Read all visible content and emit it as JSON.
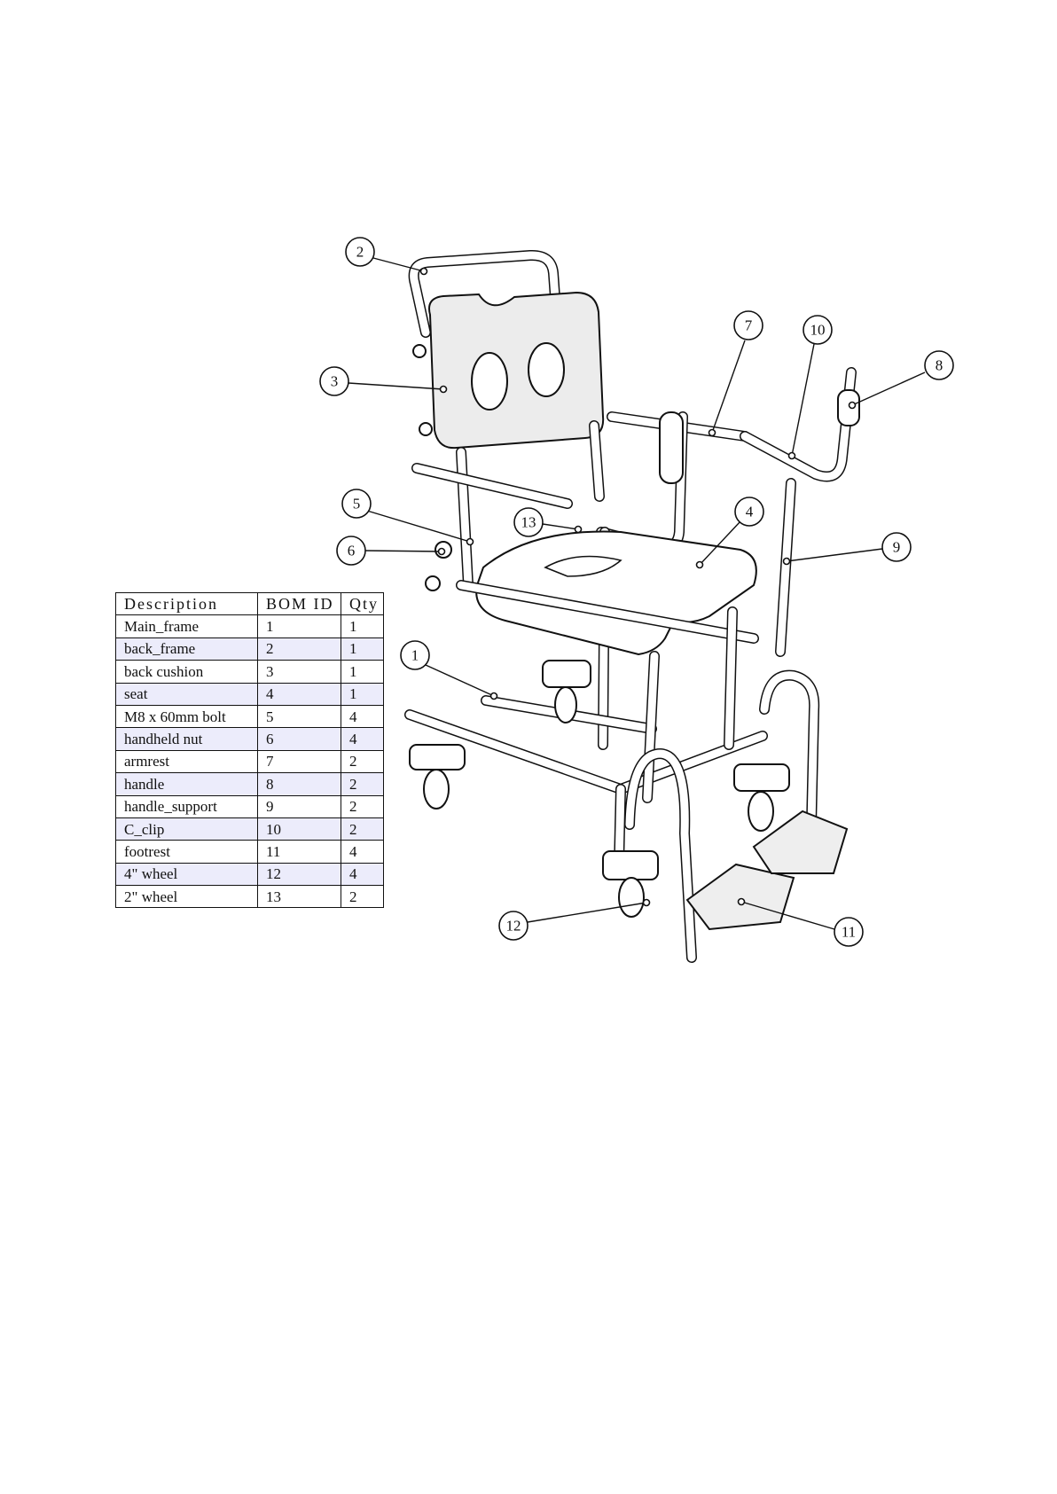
{
  "bom_table": {
    "headers": [
      "Description",
      "BOM ID",
      "Qty"
    ],
    "rows": [
      [
        "Main_frame",
        "1",
        "1"
      ],
      [
        "back_frame",
        "2",
        "1"
      ],
      [
        "back cushion",
        "3",
        "1"
      ],
      [
        "seat",
        "4",
        "1"
      ],
      [
        "M8 x 60mm bolt",
        "5",
        "4"
      ],
      [
        "handheld nut",
        "6",
        "4"
      ],
      [
        "armrest",
        "7",
        "2"
      ],
      [
        "handle",
        "8",
        "2"
      ],
      [
        "handle_support",
        "9",
        "2"
      ],
      [
        "C_clip",
        "10",
        "2"
      ],
      [
        "footrest",
        "11",
        "4"
      ],
      [
        "4\" wheel",
        "12",
        "4"
      ],
      [
        "2\" wheel",
        "13",
        "2"
      ]
    ]
  },
  "callouts": [
    "1",
    "2",
    "3",
    "4",
    "5",
    "6",
    "7",
    "8",
    "9",
    "10",
    "11",
    "12",
    "13"
  ]
}
